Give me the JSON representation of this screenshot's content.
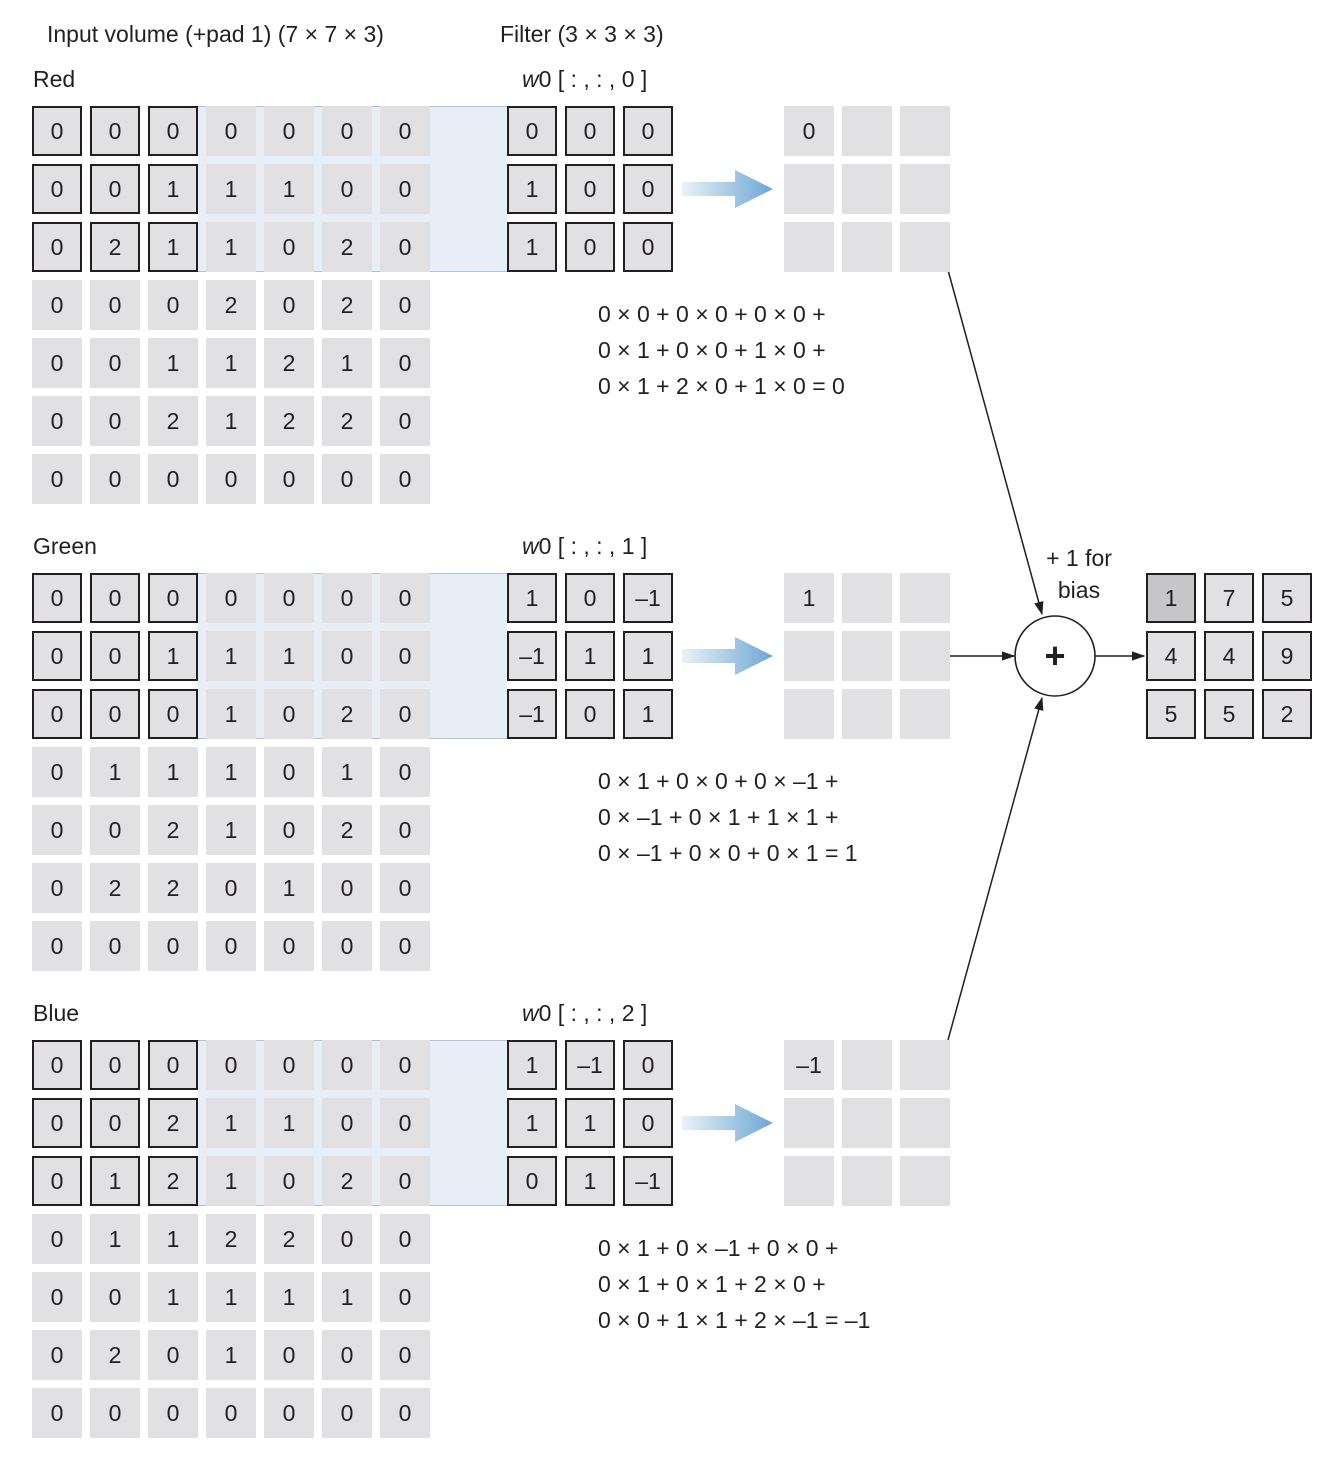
{
  "headers": {
    "input_title": "Input volume (+pad 1) (7 × 7 × 3)",
    "filter_title": "Filter (3 × 3 × 3)"
  },
  "channels": [
    {
      "name": "Red",
      "filter_label": {
        "prefix": "w",
        "rest": "0 [ : , : , 0 ]"
      },
      "input": [
        [
          "0",
          "0",
          "0",
          "0",
          "0",
          "0",
          "0"
        ],
        [
          "0",
          "0",
          "1",
          "1",
          "1",
          "0",
          "0"
        ],
        [
          "0",
          "2",
          "1",
          "1",
          "0",
          "2",
          "0"
        ],
        [
          "0",
          "0",
          "0",
          "2",
          "0",
          "2",
          "0"
        ],
        [
          "0",
          "0",
          "1",
          "1",
          "2",
          "1",
          "0"
        ],
        [
          "0",
          "0",
          "2",
          "1",
          "2",
          "2",
          "0"
        ],
        [
          "0",
          "0",
          "0",
          "0",
          "0",
          "0",
          "0"
        ]
      ],
      "filter": [
        [
          "0",
          "0",
          "0"
        ],
        [
          "1",
          "0",
          "0"
        ],
        [
          "1",
          "0",
          "0"
        ]
      ],
      "partial_result": "0",
      "equation": [
        "0 × 0 + 0 × 0 + 0 × 0 +",
        "0 × 1 + 0 × 0 + 1 × 0 +",
        "0 × 1 + 2 × 0 + 1 × 0 = 0"
      ]
    },
    {
      "name": "Green",
      "filter_label": {
        "prefix": "w",
        "rest": "0 [ : , : , 1 ]"
      },
      "input": [
        [
          "0",
          "0",
          "0",
          "0",
          "0",
          "0",
          "0"
        ],
        [
          "0",
          "0",
          "1",
          "1",
          "1",
          "0",
          "0"
        ],
        [
          "0",
          "0",
          "0",
          "1",
          "0",
          "2",
          "0"
        ],
        [
          "0",
          "1",
          "1",
          "1",
          "0",
          "1",
          "0"
        ],
        [
          "0",
          "0",
          "2",
          "1",
          "0",
          "2",
          "0"
        ],
        [
          "0",
          "2",
          "2",
          "0",
          "1",
          "0",
          "0"
        ],
        [
          "0",
          "0",
          "0",
          "0",
          "0",
          "0",
          "0"
        ]
      ],
      "filter": [
        [
          "1",
          "0",
          "–1"
        ],
        [
          "–1",
          "1",
          "1"
        ],
        [
          "–1",
          "0",
          "1"
        ]
      ],
      "partial_result": "1",
      "equation": [
        "0 × 1 + 0 × 0 + 0 × –1 +",
        "0 × –1 + 0 × 1 + 1 × 1 +",
        "0 × –1 + 0 × 0 + 0 × 1 = 1"
      ]
    },
    {
      "name": "Blue",
      "filter_label": {
        "prefix": "w",
        "rest": "0 [ : , : , 2 ]"
      },
      "input": [
        [
          "0",
          "0",
          "0",
          "0",
          "0",
          "0",
          "0"
        ],
        [
          "0",
          "0",
          "2",
          "1",
          "1",
          "0",
          "0"
        ],
        [
          "0",
          "1",
          "2",
          "1",
          "0",
          "2",
          "0"
        ],
        [
          "0",
          "1",
          "1",
          "2",
          "2",
          "0",
          "0"
        ],
        [
          "0",
          "0",
          "1",
          "1",
          "1",
          "1",
          "0"
        ],
        [
          "0",
          "2",
          "0",
          "1",
          "0",
          "0",
          "0"
        ],
        [
          "0",
          "0",
          "0",
          "0",
          "0",
          "0",
          "0"
        ]
      ],
      "filter": [
        [
          "1",
          "–1",
          "0"
        ],
        [
          "1",
          "1",
          "0"
        ],
        [
          "0",
          "1",
          "–1"
        ]
      ],
      "partial_result": "–1",
      "equation": [
        "0 × 1 + 0 × –1 + 0 × 0 +",
        "0 × 1 + 0 × 1 + 2 × 0 +",
        "0 × 0 + 1 × 1 + 2 × –1 = –1"
      ]
    }
  ],
  "bias_label": [
    "+ 1 for",
    "bias"
  ],
  "sum_symbol": "+",
  "output": [
    [
      "1",
      "7",
      "5"
    ],
    [
      "4",
      "4",
      "9"
    ],
    [
      "5",
      "5",
      "2"
    ]
  ],
  "colors": {
    "cell": "#e1e1e3",
    "highlight": "#c6c6c8",
    "arrow": "#6ea6d2",
    "band": "#e8eef6",
    "line": "#231f20"
  }
}
